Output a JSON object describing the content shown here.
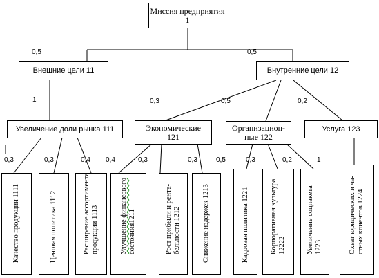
{
  "root": {
    "title": "Миссия предприятия",
    "code": "1"
  },
  "level1": [
    {
      "label": "Внешние цели 11",
      "weight": "0,5"
    },
    {
      "label": "Внутренние цели 12",
      "weight": "0,5"
    }
  ],
  "level2": {
    "market": {
      "label": "Увеличение доли рынка 111",
      "weight": "1"
    },
    "economic": {
      "label": "Экономические",
      "code": "121",
      "weight": "0,3"
    },
    "organizational": {
      "label": "Организацион-",
      "label2": "ные 122",
      "weight": "0,5"
    },
    "service": {
      "label": "Услуга 123",
      "weight": "0,2"
    }
  },
  "level3": [
    {
      "label": "Качество продукции 1111",
      "weight": "0,3"
    },
    {
      "label": "Ценовая политика 1112",
      "weight": "0,3"
    },
    {
      "label": "Расширение ассортимента",
      "label2": "продукции 1113",
      "weight": "0,4"
    },
    {
      "label": "Улучшение финансового",
      "label2": "состояния1211",
      "weight": "0,4"
    },
    {
      "label": "Рост прибыли и рента-",
      "label2": "бельности 1212",
      "weight": "0,3"
    },
    {
      "label": "Снижение издержек 1213",
      "weight": "0,3"
    },
    {
      "label": "Кадровая политика 1221",
      "weight": "0,5"
    },
    {
      "label": "Корпоративная культура",
      "label2": "12222",
      "weight": "0,3"
    },
    {
      "label": "Увеличение соцпакета",
      "label2": "1223",
      "weight": "0,2"
    },
    {
      "label": "Охват юридических и ча-",
      "label2": "стных клиентов 1224",
      "weight": "1"
    }
  ]
}
